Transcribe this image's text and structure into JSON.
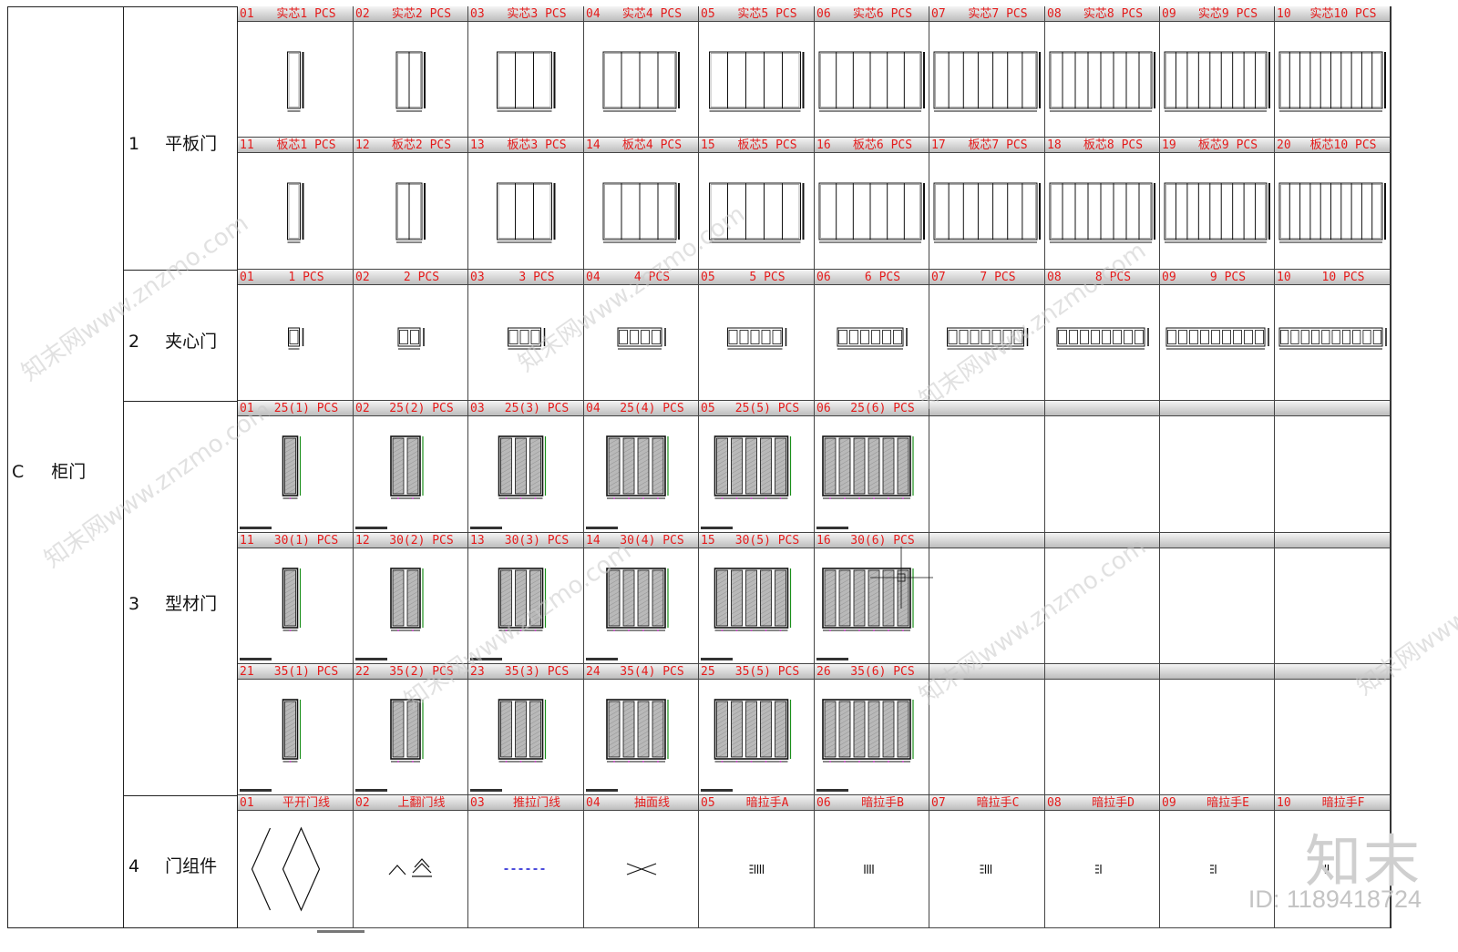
{
  "main_category": {
    "code": "C",
    "name": "柜门"
  },
  "subcategories": [
    {
      "num": "1",
      "name": "平板门"
    },
    {
      "num": "2",
      "name": "夹心门"
    },
    {
      "num": "3",
      "name": "型材门"
    },
    {
      "num": "4",
      "name": "门组件"
    }
  ],
  "rows": [
    {
      "kind": "flat",
      "cells": [
        {
          "num": "01",
          "label": "实芯1 PCS",
          "n": 1
        },
        {
          "num": "02",
          "label": "实芯2 PCS",
          "n": 2
        },
        {
          "num": "03",
          "label": "实芯3 PCS",
          "n": 3
        },
        {
          "num": "04",
          "label": "实芯4 PCS",
          "n": 4
        },
        {
          "num": "05",
          "label": "实芯5 PCS",
          "n": 5
        },
        {
          "num": "06",
          "label": "实芯6 PCS",
          "n": 6
        },
        {
          "num": "07",
          "label": "实芯7 PCS",
          "n": 7
        },
        {
          "num": "08",
          "label": "实芯8 PCS",
          "n": 8
        },
        {
          "num": "09",
          "label": "实芯9 PCS",
          "n": 9
        },
        {
          "num": "10",
          "label": "实芯10 PCS",
          "n": 10
        }
      ]
    },
    {
      "kind": "flat",
      "cells": [
        {
          "num": "11",
          "label": "板芯1 PCS",
          "n": 1
        },
        {
          "num": "12",
          "label": "板芯2 PCS",
          "n": 2
        },
        {
          "num": "13",
          "label": "板芯3 PCS",
          "n": 3
        },
        {
          "num": "14",
          "label": "板芯4 PCS",
          "n": 4
        },
        {
          "num": "15",
          "label": "板芯5 PCS",
          "n": 5
        },
        {
          "num": "16",
          "label": "板芯6 PCS",
          "n": 6
        },
        {
          "num": "17",
          "label": "板芯7 PCS",
          "n": 7
        },
        {
          "num": "18",
          "label": "板芯8 PCS",
          "n": 8
        },
        {
          "num": "19",
          "label": "板芯9 PCS",
          "n": 9
        },
        {
          "num": "20",
          "label": "板芯10 PCS",
          "n": 10
        }
      ]
    },
    {
      "kind": "sandwich",
      "cells": [
        {
          "num": "01",
          "label": "1 PCS",
          "n": 1
        },
        {
          "num": "02",
          "label": "2 PCS",
          "n": 2
        },
        {
          "num": "03",
          "label": "3 PCS",
          "n": 3
        },
        {
          "num": "04",
          "label": "4 PCS",
          "n": 4
        },
        {
          "num": "05",
          "label": "5 PCS",
          "n": 5
        },
        {
          "num": "06",
          "label": "6 PCS",
          "n": 6
        },
        {
          "num": "07",
          "label": "7 PCS",
          "n": 7
        },
        {
          "num": "08",
          "label": "8 PCS",
          "n": 8
        },
        {
          "num": "09",
          "label": "9 PCS",
          "n": 9
        },
        {
          "num": "10",
          "label": "10 PCS",
          "n": 10
        }
      ]
    },
    {
      "kind": "profile",
      "cells": [
        {
          "num": "01",
          "label": "25(1) PCS",
          "n": 1
        },
        {
          "num": "02",
          "label": "25(2) PCS",
          "n": 2
        },
        {
          "num": "03",
          "label": "25(3) PCS",
          "n": 3
        },
        {
          "num": "04",
          "label": "25(4) PCS",
          "n": 4
        },
        {
          "num": "05",
          "label": "25(5) PCS",
          "n": 5
        },
        {
          "num": "06",
          "label": "25(6) PCS",
          "n": 6
        },
        {
          "num": "",
          "label": "",
          "n": 0
        },
        {
          "num": "",
          "label": "",
          "n": 0
        },
        {
          "num": "",
          "label": "",
          "n": 0
        },
        {
          "num": "",
          "label": "",
          "n": 0
        }
      ]
    },
    {
      "kind": "profile",
      "cells": [
        {
          "num": "11",
          "label": "30(1) PCS",
          "n": 1
        },
        {
          "num": "12",
          "label": "30(2) PCS",
          "n": 2
        },
        {
          "num": "13",
          "label": "30(3) PCS",
          "n": 3
        },
        {
          "num": "14",
          "label": "30(4) PCS",
          "n": 4
        },
        {
          "num": "15",
          "label": "30(5) PCS",
          "n": 5
        },
        {
          "num": "16",
          "label": "30(6) PCS",
          "n": 6
        },
        {
          "num": "",
          "label": "",
          "n": 0
        },
        {
          "num": "",
          "label": "",
          "n": 0
        },
        {
          "num": "",
          "label": "",
          "n": 0
        },
        {
          "num": "",
          "label": "",
          "n": 0
        }
      ]
    },
    {
      "kind": "profile",
      "cells": [
        {
          "num": "21",
          "label": "35(1) PCS",
          "n": 1
        },
        {
          "num": "22",
          "label": "35(2) PCS",
          "n": 2
        },
        {
          "num": "23",
          "label": "35(3) PCS",
          "n": 3
        },
        {
          "num": "24",
          "label": "35(4) PCS",
          "n": 4
        },
        {
          "num": "25",
          "label": "35(5) PCS",
          "n": 5
        },
        {
          "num": "26",
          "label": "35(6) PCS",
          "n": 6
        },
        {
          "num": "",
          "label": "",
          "n": 0
        },
        {
          "num": "",
          "label": "",
          "n": 0
        },
        {
          "num": "",
          "label": "",
          "n": 0
        },
        {
          "num": "",
          "label": "",
          "n": 0
        }
      ]
    },
    {
      "kind": "component",
      "cells": [
        {
          "num": "01",
          "label": "平开门线",
          "icon": "swing-line"
        },
        {
          "num": "02",
          "label": "上翻门线",
          "icon": "flip-up-line"
        },
        {
          "num": "03",
          "label": "推拉门线",
          "icon": "sliding-line"
        },
        {
          "num": "04",
          "label": "抽面线",
          "icon": "drawer-line"
        },
        {
          "num": "05",
          "label": "暗拉手A",
          "icon": "handle-a"
        },
        {
          "num": "06",
          "label": "暗拉手B",
          "icon": "handle-b"
        },
        {
          "num": "07",
          "label": "暗拉手C",
          "icon": "handle-c"
        },
        {
          "num": "08",
          "label": "暗拉手D",
          "icon": "handle-d"
        },
        {
          "num": "09",
          "label": "暗拉手E",
          "icon": "handle-e"
        },
        {
          "num": "10",
          "label": "暗拉手F",
          "icon": "handle-f"
        }
      ]
    }
  ],
  "watermark": "知末网www.znzmo.com",
  "brand": {
    "name": "知末",
    "id": "ID: 1189418724"
  },
  "colors": {
    "label_red": "#e41b1b",
    "profile_fill": "#b9b9b9",
    "accent_green": "#1a8f1a",
    "accent_magenta": "#c012c0",
    "dash_blue": "#1010d0"
  }
}
